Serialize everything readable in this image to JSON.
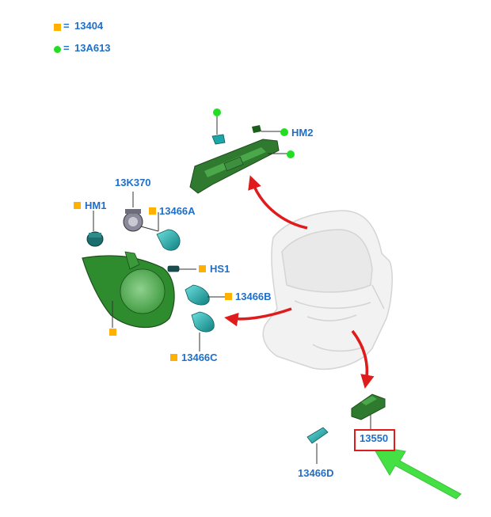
{
  "legend": [
    {
      "marker": "orange-square",
      "value": "13404"
    },
    {
      "marker": "green-dot",
      "value": "13A613"
    }
  ],
  "parts": {
    "hm2": "HM2",
    "k370": "13K370",
    "hm1": "HM1",
    "b13466a": "13466A",
    "hs1": "HS1",
    "b13466b": "13466B",
    "b13466c": "13466C",
    "b13466d": "13466D",
    "p13550": "13550"
  },
  "colors": {
    "label": "#1f6fc8",
    "part_green": "#2e8b2e",
    "bulb_teal": "#1ba7a7",
    "marker_orange": "#ffb000",
    "marker_green": "#22dd22",
    "arrow_red": "#e01b1b",
    "callout_arrow": "#44e044",
    "highlight_box": "#e01b1b"
  }
}
